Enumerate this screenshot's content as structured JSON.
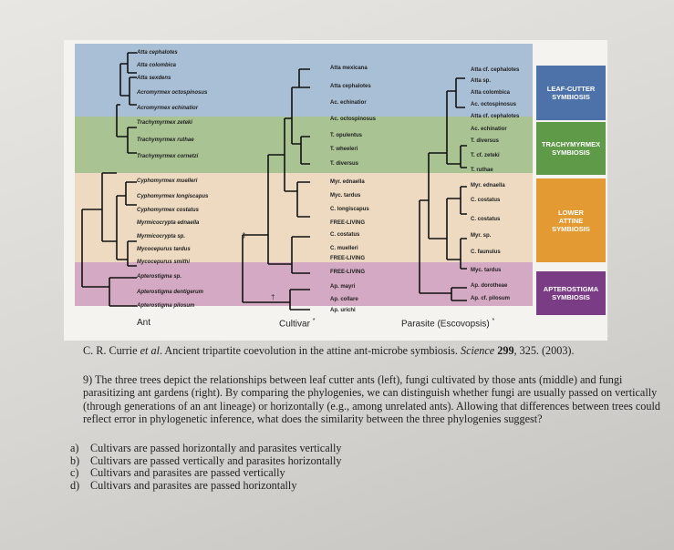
{
  "figure": {
    "groups": {
      "leaf_cutter": "LEAF-CUTTER\nSYMBIOSIS",
      "trachymyrmex": "TRACHYMYRMEX\nSYMBIOSIS",
      "lower_attine": "LOWER\nATTINE\nSYMBIOSIS",
      "apterostigma": "APTEROSTIGMA\nSYMBIOSIS"
    },
    "trees": {
      "ant": {
        "title": "Ant",
        "tips": [
          "Atta cephalotes",
          "Atta colombica",
          "Atta sexdens",
          "Acromyrmex octospinosus",
          "Acromyrmex echinatior",
          "Trachymyrmex zeteki",
          "Trachymyrmex ruthae",
          "Trachymyrmex cornetzi",
          "Cyphomyrmex muelleri",
          "Cyphomyrmex longiscapus",
          "Cyphomyrmex costatus",
          "Myrmicocrypta ednaella",
          "Myrmicocrypta sp.",
          "Mycocepurus tardus",
          "Mycocepurus smithi",
          "Apterostigma sp.",
          "Apterostigma dentigerum",
          "Apterostigma pilosum"
        ]
      },
      "cultivar": {
        "title": "Cultivar",
        "marker": "*",
        "tips": [
          "Atta mexicana",
          "Atta cephalotes",
          "Ac. echinatior",
          "Ac. octospinosus",
          "T. opulentus",
          "T. wheeleri",
          "T. diversus",
          "Myr. ednaella",
          "Myc. tardus",
          "C. longiscapus",
          "FREE-LIVING",
          "C. costatus",
          "C. muelleri",
          "FREE-LIVING",
          "FREE-LIVING",
          "Ap. mayri",
          "Ap. collare",
          "Ap. urichi"
        ],
        "daggers": [
          "‡",
          "†"
        ]
      },
      "parasite": {
        "title": "Parasite (Escovopsis)",
        "marker": "*",
        "tips": [
          "Atta cf. cephalotes",
          "Atta sp.",
          "Atta colombica",
          "Ac. octospinosus",
          "Atta cf. cephalotes",
          "Ac. echinatior",
          "T. diversus",
          "T. cf. zeteki",
          "T. ruthae",
          "Myr. ednaella",
          "C. costatus",
          "C. costatus",
          "Myr. sp.",
          "C. faunulus",
          "Myc. tardus",
          "Ap. dorotheae",
          "Ap. cf. pilosum"
        ]
      }
    }
  },
  "caption": {
    "authors": "C. R. Currie ",
    "etal": "et al",
    "title": ". Ancient tripartite coevolution in the attine ant-microbe symbiosis. ",
    "journal": "Science",
    "volume": " 299",
    "pages": ", 325. (2003)."
  },
  "question": {
    "text": "9) The three trees depict the relationships between leaf cutter ants (left), fungi cultivated by those ants (middle) and fungi parasitizing ant gardens (right). By comparing the phylogenies, we can distinguish whether fungi are usually passed on vertically (through generations of an ant lineage) or horizontally (e.g., among unrelated ants). Allowing that differences between trees could reflect error in phylogenetic inference, what does the similarity between the three phylogenies suggest?",
    "choices": [
      {
        "key": "a)",
        "text": "Cultivars are passed horizontally and parasites vertically"
      },
      {
        "key": "b)",
        "text": "Cultivars are passed vertically and parasites horizontally"
      },
      {
        "key": "c)",
        "text": "Cultivars and parasites are passed vertically"
      },
      {
        "key": "d)",
        "text": "Cultivars and parasites are passed horizontally"
      }
    ]
  }
}
